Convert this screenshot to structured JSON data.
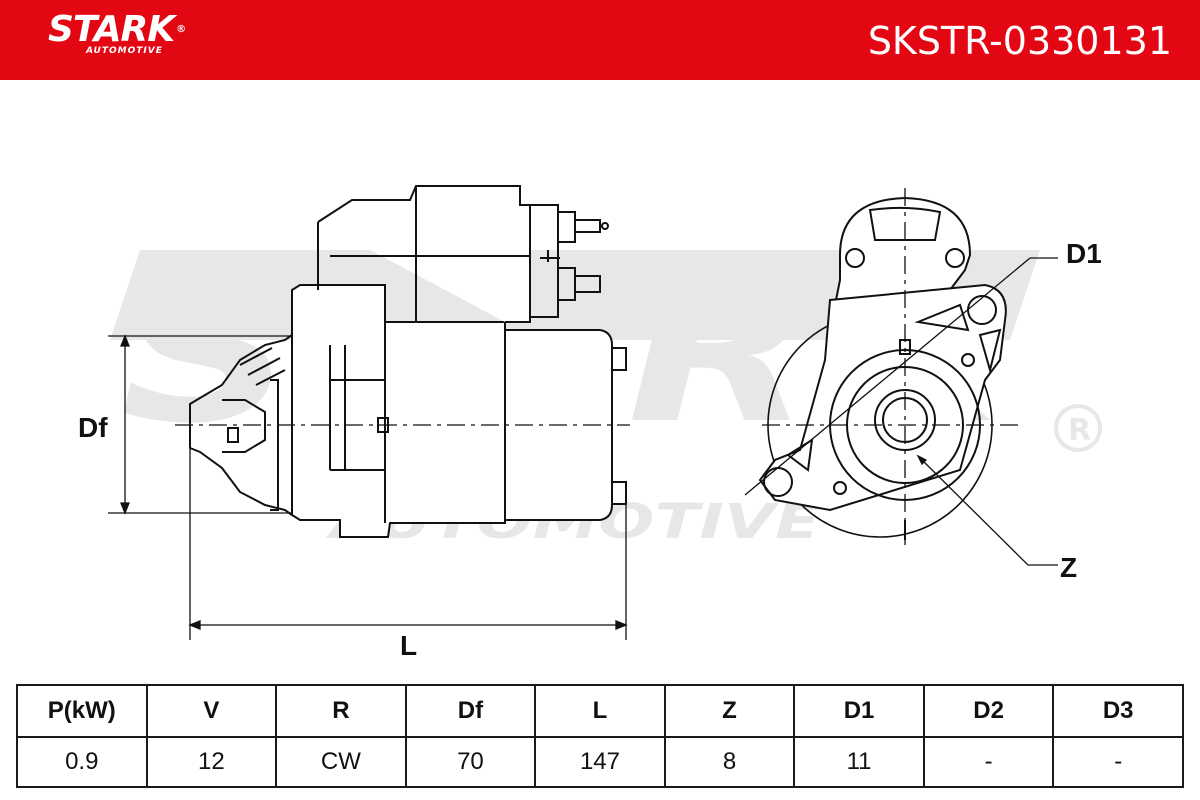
{
  "header": {
    "brand": "STARK",
    "brand_sub": "AUTOMOTIVE",
    "part_number": "SKSTR-0330131",
    "bg_color": "#e30613"
  },
  "drawing": {
    "watermark": "STARK AUTOMOTIVE",
    "labels": {
      "df": "Df",
      "l": "L",
      "d1": "D1",
      "z": "Z"
    }
  },
  "specs": {
    "headers": [
      "P(kW)",
      "V",
      "R",
      "Df",
      "L",
      "Z",
      "D1",
      "D2",
      "D3"
    ],
    "values": [
      "0.9",
      "12",
      "CW",
      "70",
      "147",
      "8",
      "11",
      "-",
      "-"
    ]
  }
}
